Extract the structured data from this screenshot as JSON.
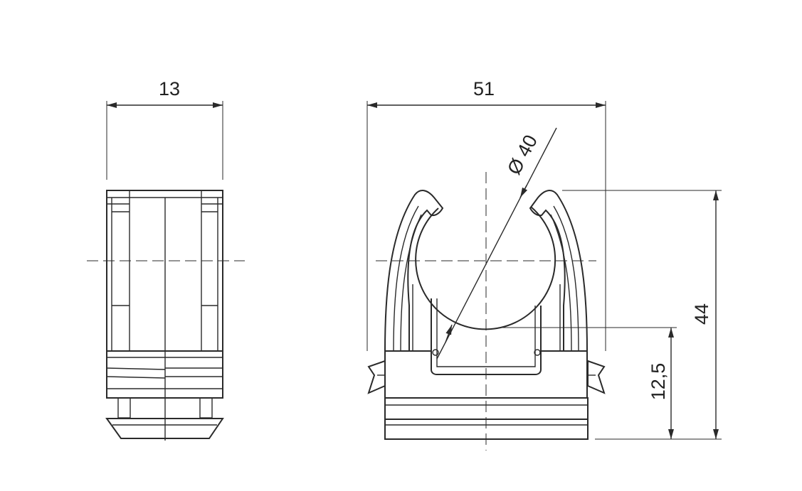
{
  "dimensions": {
    "side_width": "13",
    "overall_width": "51",
    "bore_diameter": "Ø 40",
    "overall_height": "44",
    "axis_height": "12,5"
  },
  "colors": {
    "line": "#2a2a2a",
    "background": "#ffffff"
  }
}
